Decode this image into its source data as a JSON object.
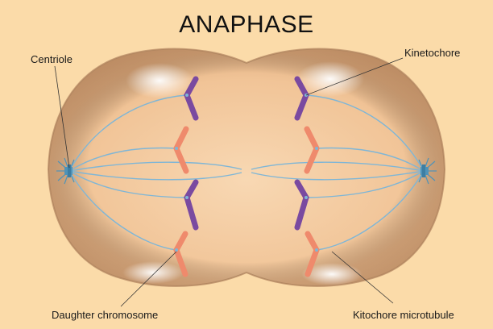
{
  "title": "ANAPHASE",
  "labels": {
    "centriole": "Centriole",
    "kinetochore": "Kinetochore",
    "daughter_chromosome": "Daughter chromosome",
    "kinetochore_microtubule": "Kitochore microtubule"
  },
  "colors": {
    "background": "#fbdba9",
    "cell_fill": "#f4c99a",
    "cell_outline": "#c79c73",
    "spindle": "#7fb6d6",
    "chromosome_purple": "#7a4aa0",
    "chromosome_salmon": "#ef8a6c",
    "centriole": "#4f93b8"
  }
}
